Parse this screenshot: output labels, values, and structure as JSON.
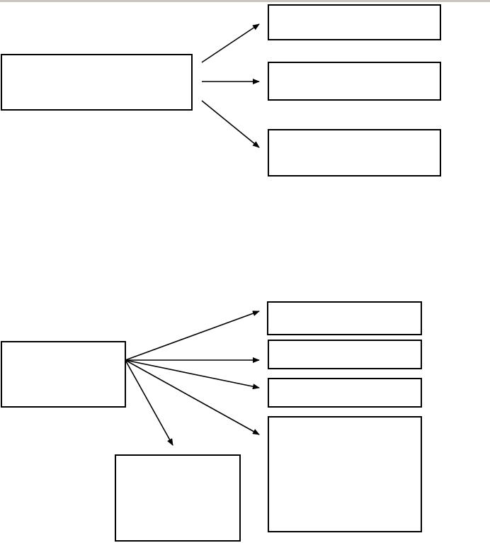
{
  "colors": {
    "background": "#ffffff",
    "stroke": "#000000",
    "top_rule": "#c8c6bf"
  },
  "diagram_1": {
    "nodes": [
      {
        "id": "d1-source",
        "text": ""
      },
      {
        "id": "d1-target-1",
        "text": ""
      },
      {
        "id": "d1-target-2",
        "text": ""
      },
      {
        "id": "d1-target-3",
        "text": ""
      }
    ],
    "edges": [
      {
        "from": "d1-source",
        "to": "d1-target-1"
      },
      {
        "from": "d1-source",
        "to": "d1-target-2"
      },
      {
        "from": "d1-source",
        "to": "d1-target-3"
      }
    ]
  },
  "diagram_2": {
    "nodes": [
      {
        "id": "d2-source",
        "text": ""
      },
      {
        "id": "d2-target-1",
        "text": ""
      },
      {
        "id": "d2-target-2",
        "text": ""
      },
      {
        "id": "d2-target-3",
        "text": ""
      },
      {
        "id": "d2-target-4",
        "text": ""
      },
      {
        "id": "d2-target-5",
        "text": ""
      }
    ],
    "edges": [
      {
        "from": "d2-source",
        "to": "d2-target-1"
      },
      {
        "from": "d2-source",
        "to": "d2-target-2"
      },
      {
        "from": "d2-source",
        "to": "d2-target-3"
      },
      {
        "from": "d2-source",
        "to": "d2-target-4"
      },
      {
        "from": "d2-source",
        "to": "d2-target-5"
      }
    ]
  }
}
